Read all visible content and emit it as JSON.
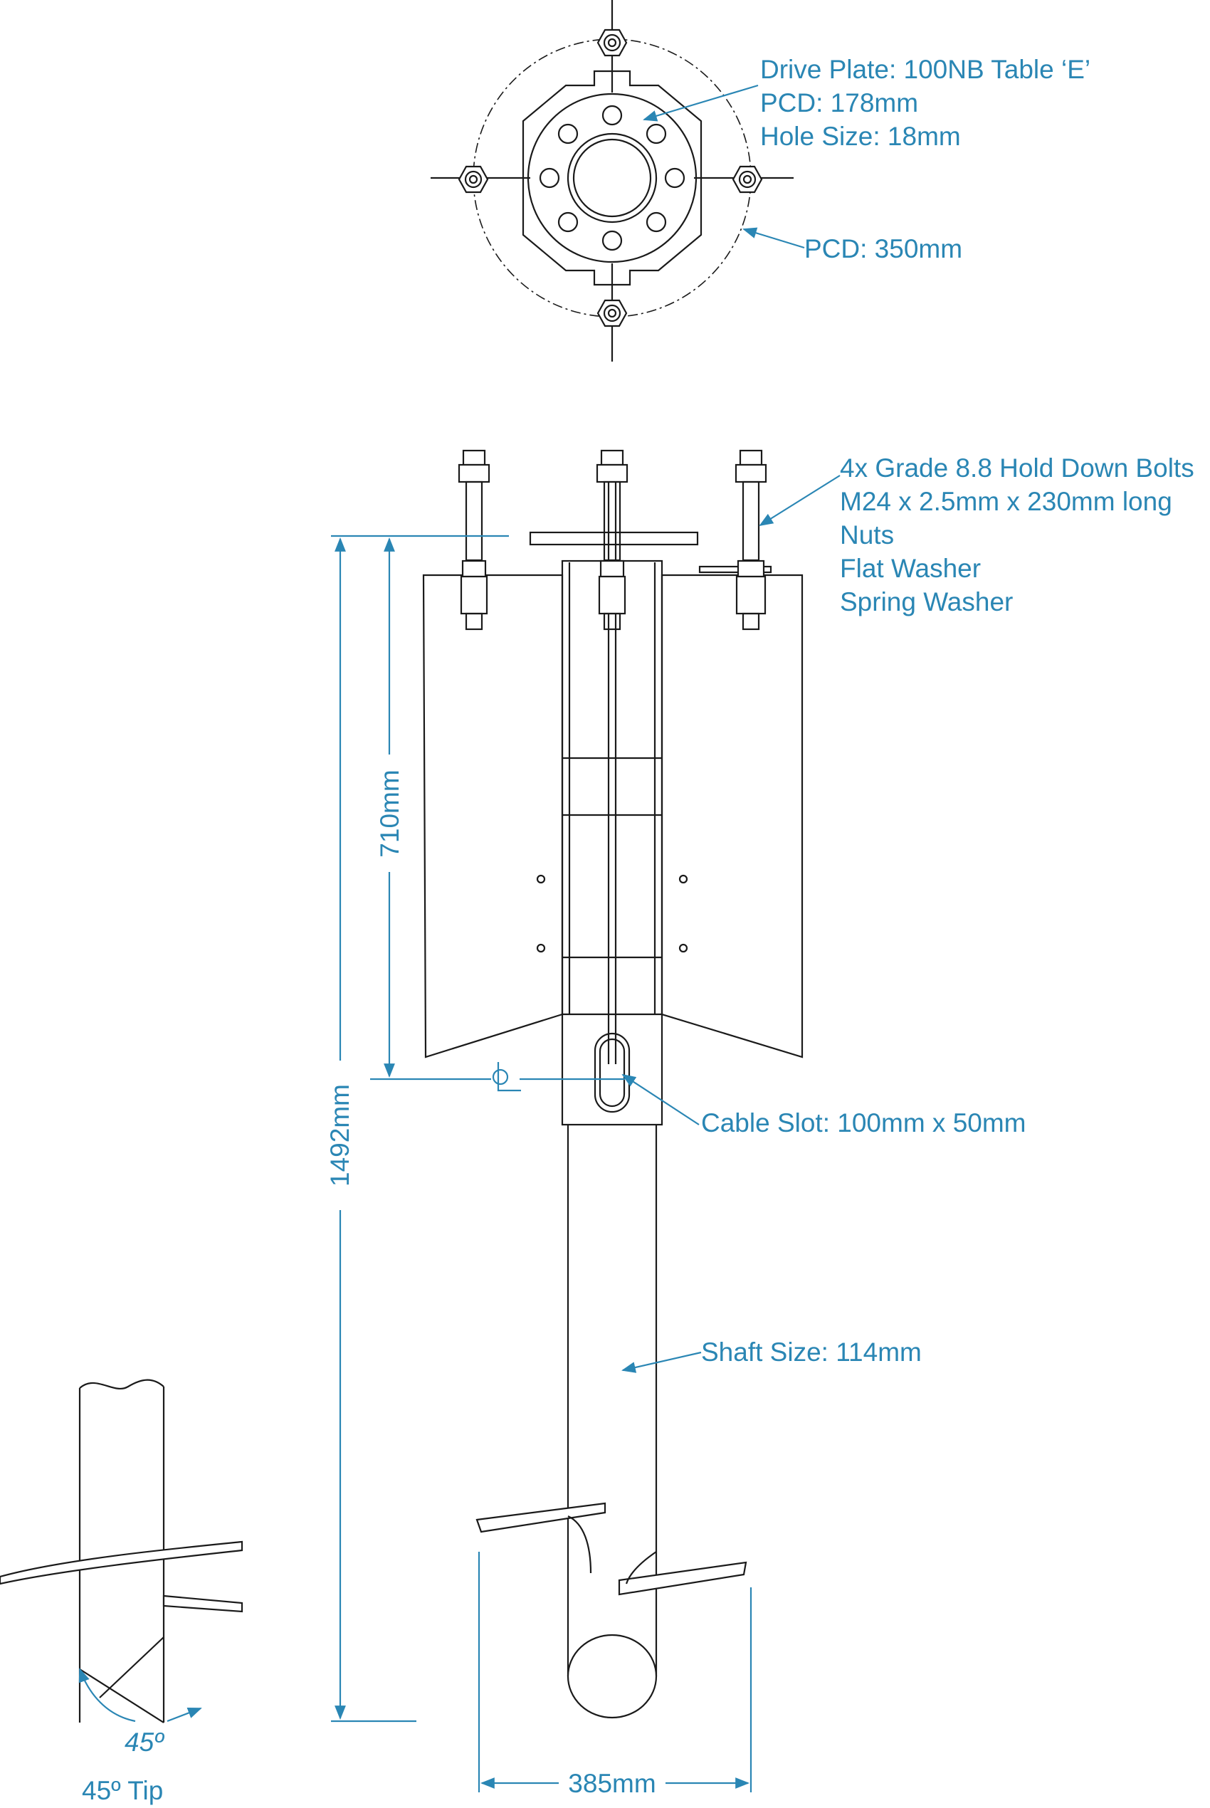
{
  "labels": {
    "drive_plate": [
      "Drive Plate: 100NB Table ‘E’",
      "PCD: 178mm",
      "Hole Size: 18mm"
    ],
    "outer_pcd": "PCD: 350mm",
    "bolts": [
      "4x Grade 8.8 Hold Down Bolts",
      "M24 x 2.5mm x 230mm long",
      "Nuts",
      "Flat Washer",
      "Spring Washer"
    ],
    "cable_slot": "Cable Slot: 100mm x 50mm",
    "shaft_size": "Shaft Size: 114mm",
    "dim_710": "710mm",
    "dim_1492": "1492mm",
    "dim_385": "385mm",
    "tip_angle": "45º",
    "tip_title": "45º Tip"
  },
  "colors": {
    "annotation": "#2a86b4",
    "linework": "#1a1a1a"
  }
}
